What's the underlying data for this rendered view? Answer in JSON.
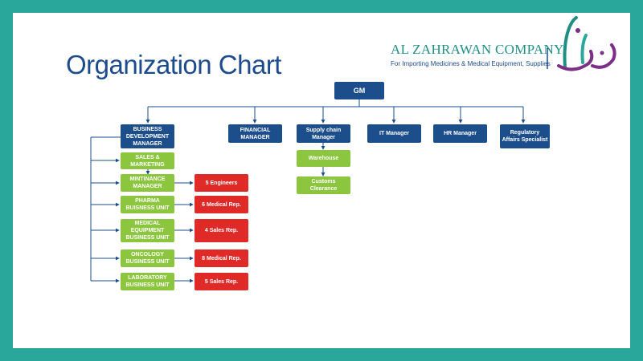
{
  "title": "Organization Chart",
  "company": {
    "name": "AL ZAHRAWAN COMPANY",
    "tagline": "For Importing Medicines & Medical Equipment, Supplies"
  },
  "colors": {
    "border": "#2aa79b",
    "title": "#1c4b8f",
    "blue_box": "#1d4e8c",
    "green_box": "#8cc63f",
    "red_box": "#e02a28"
  },
  "org": {
    "gm": "GM",
    "departments": [
      "BUSINESS DEVELOPMENT MANAGER",
      "FINANCIAL MANAGER",
      "Supply chain Manager",
      "IT Manager",
      "HR Manager",
      "Regulatory Affairs Specialist"
    ],
    "business_units": [
      "SALES & MARKETING",
      "MINTINANCE MANAGER",
      "PHARMA BUISNESS UNIT",
      "MEDICAL EQUIPMENT BUSINESS UNIT",
      "ONCOLOGY BUSINESS UNIT",
      "LABORATORY BUSINESS UNIT"
    ],
    "teams": [
      "5 Engineers",
      "6 Medical Rep.",
      "4 Sales Rep.",
      "8 Medical Rep.",
      "5 Sales Rep."
    ],
    "supply_chain": [
      "Warehouse",
      "Customs Clearance"
    ]
  }
}
